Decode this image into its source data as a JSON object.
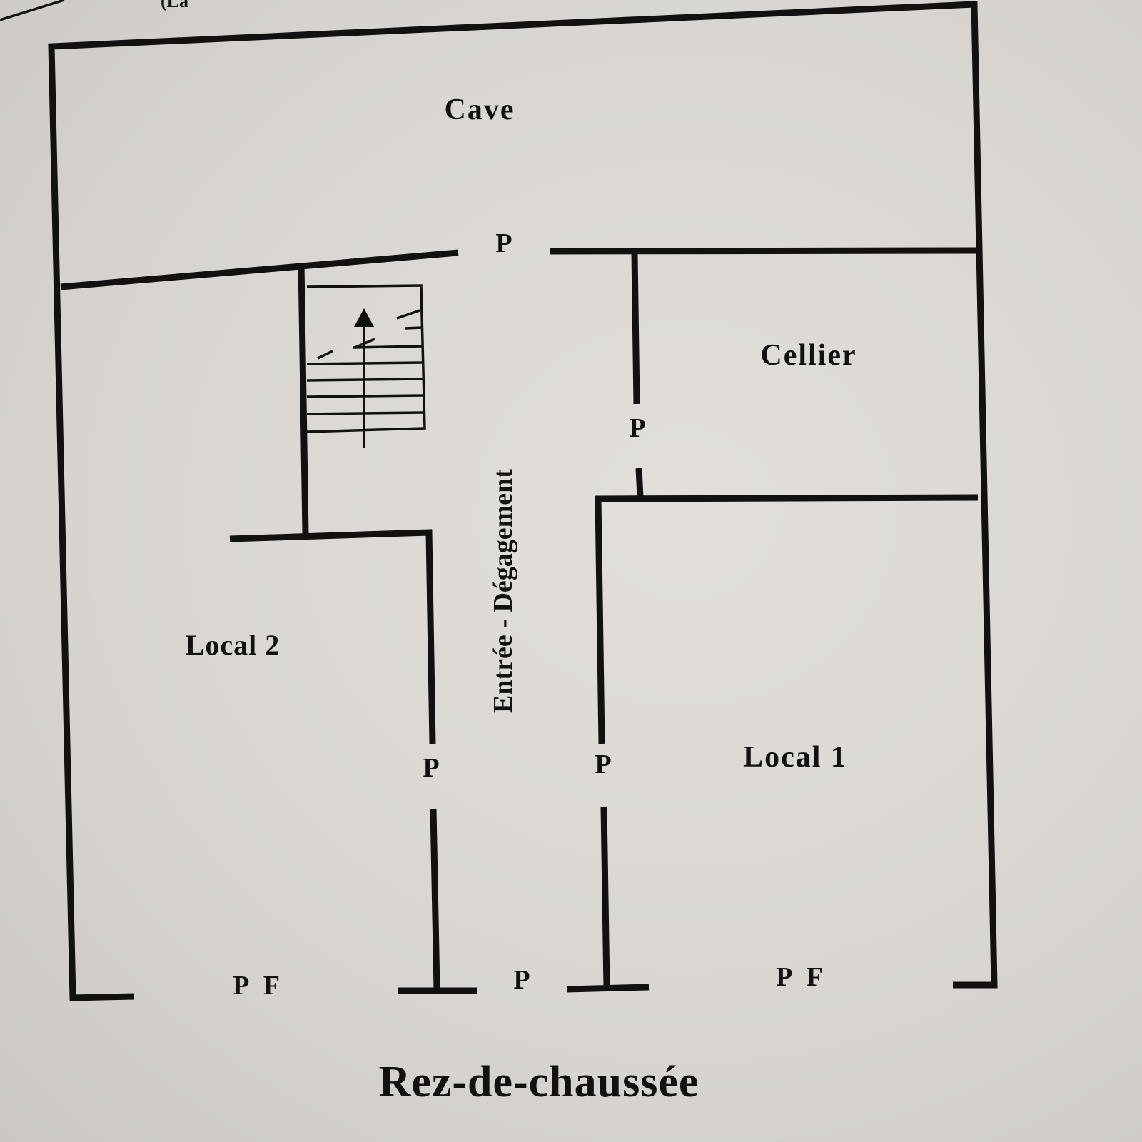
{
  "page_fragment": "(La",
  "plan": {
    "title": "Rez-de-chaussée",
    "rooms": {
      "cave": "Cave",
      "cellier": "Cellier",
      "local_2": "Local 2",
      "local_1": "Local 1",
      "corridor": "Entrée - Dégagement"
    },
    "doors": {
      "cave_door": "P",
      "cellier_door": "P",
      "local2_door": "P",
      "local1_door": "P",
      "entrance_door": "P",
      "local2_window_door": "P F",
      "local1_window_door": "P F"
    }
  },
  "colors": {
    "ink": "#111111",
    "paper": "#dcd9d4"
  }
}
